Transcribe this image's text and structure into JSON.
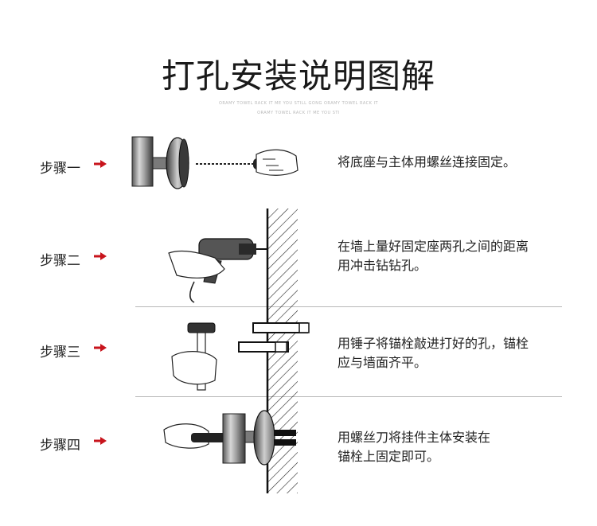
{
  "header": {
    "title": "打孔安装说明图解",
    "subtitle_line1": "ORAMY TOWEL RACK IT ME YOU STILL GONG ORAMY TOWEL RACK IT",
    "subtitle_line2": "ORAMY TOWEL RACK IT ME YOU STI"
  },
  "steps": [
    {
      "label": "步骤一",
      "desc_lines": [
        "将底座与主体用螺丝连接固定。"
      ]
    },
    {
      "label": "步骤二",
      "desc_lines": [
        "在墙上量好固定座两孔之间的距离",
        "用冲击钻钻孔。"
      ]
    },
    {
      "label": "步骤三",
      "desc_lines": [
        "用锤子将锚栓敲进打好的孔，锚栓",
        "应与墙面齐平。"
      ]
    },
    {
      "label": "步骤四",
      "desc_lines": [
        "用螺丝刀将挂件主体安装在",
        "锚栓上固定即可。"
      ]
    }
  ],
  "colors": {
    "arrow": "#c8141c",
    "text": "#222222",
    "divider": "#b8b8b8"
  },
  "icons": [
    "base-mount-icon",
    "screwdriver-icon",
    "drill-icon",
    "hammer-icon",
    "anchor-bolt-icon",
    "wall-icon"
  ]
}
